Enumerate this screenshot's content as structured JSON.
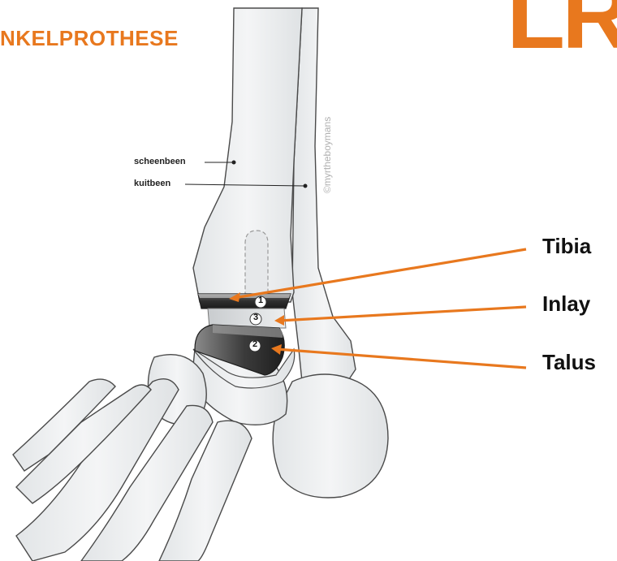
{
  "title": "NKELPROTHESE",
  "logo_text": "LR",
  "credit": "©myrtheboymans",
  "anatomy_labels": {
    "scheenbeen": "scheenbeen",
    "kuitbeen": "kuitbeen"
  },
  "component_labels": {
    "tibia": "Tibia",
    "inlay": "Inlay",
    "talus": "Talus"
  },
  "component_numbers": {
    "tibia": "1",
    "inlay": "3",
    "talus": "2"
  },
  "colors": {
    "accent": "#E8781E",
    "bone": "#EEF0F1",
    "bone_outline": "#4a4a4a",
    "metal_dark": "#3a3a3a"
  }
}
